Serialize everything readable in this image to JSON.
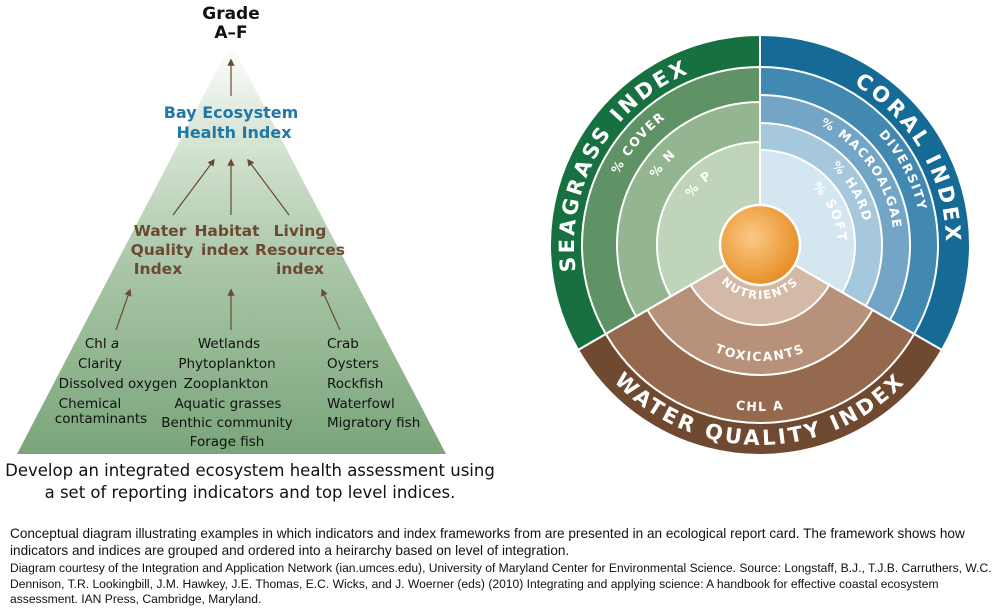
{
  "pyramid": {
    "grade_title": "Grade",
    "grade_range": "A–F",
    "top_index": [
      "Bay Ecosystem",
      "Health Index"
    ],
    "indices": [
      [
        "Water",
        "Quality",
        "Index"
      ],
      [
        "Habitat",
        "index"
      ],
      [
        "Living",
        "Resources",
        "index"
      ]
    ],
    "indicators": {
      "water_quality": [
        "Chl a",
        "Clarity",
        "Dissolved oxygen",
        "Chemical",
        "contaminants"
      ],
      "habitat": [
        "Wetlands",
        "Phytoplankton",
        "Zooplankton",
        "Aquatic grasses",
        "Benthic community",
        "Forage fish"
      ],
      "living_resources": [
        "Crab",
        "Oysters",
        "Rockfish",
        "Waterfowl",
        "Migratory fish"
      ]
    }
  },
  "summary": [
    "Develop an integrated ecosystem health assessment using",
    "a set of reporting indicators and top level indices."
  ],
  "wheel": {
    "seagrass_title": "SEAGRASS INDEX",
    "coral_title": "CORAL INDEX",
    "water_quality_title": "WATER QUALITY INDEX",
    "seagrass_rings": [
      "% COVER",
      "% N",
      "% P"
    ],
    "coral_rings": [
      "DIVERSITY",
      "% MACROALGAE",
      "% HARD",
      "% SOFT"
    ],
    "water_quality_rings": [
      "CHL A",
      "TOXICANTS",
      "NUTRIENTS"
    ]
  },
  "colors": {
    "pyramid_fill": "#7aa57a",
    "pyramid_label": "#6b4a33",
    "top_index_label": "#1f78a6",
    "seagrass": [
      "#177040",
      "#5f9264",
      "#93b690",
      "#bfd4b8"
    ],
    "coral": [
      "#156a96",
      "#4289b2",
      "#73a6c6",
      "#a5c8dd",
      "#d4e7f1"
    ],
    "water_quality": [
      "#6f4a31",
      "#94694d",
      "#b7917a",
      "#d4b9a6"
    ],
    "center": "#f0a23a"
  },
  "caption": "Conceptual diagram illustrating examples in which indicators and index frameworks from are presented in an ecological report card. The framework shows how indicators and indices are grouped and ordered into a heirarchy based on level of integration.",
  "credit": "Diagram courtesy of the Integration and Application Network (ian.umces.edu), University of Maryland Center for Environmental Science. Source: Longstaff, B.J., T.J.B. Carruthers, W.C. Dennison, T.R. Lookingbill, J.M. Hawkey, J.E. Thomas, E.C. Wicks, and J. Woerner (eds) (2010) Integrating and applying science: A handbook for effective coastal ecosystem assessment. IAN Press, Cambridge, Maryland."
}
